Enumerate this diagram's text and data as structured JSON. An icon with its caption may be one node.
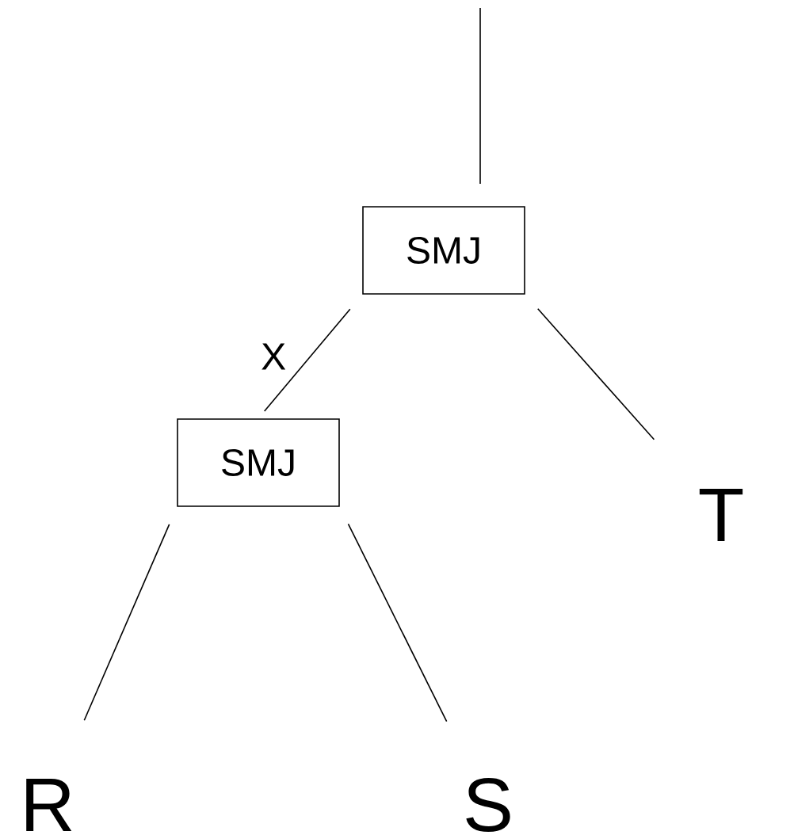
{
  "diagram": {
    "nodes": [
      {
        "text": [
          "SMJ"
        ]
      },
      {
        "text": [
          "SMJ"
        ]
      },
      {
        "text": [
          "T"
        ]
      },
      {
        "text": [
          "R"
        ]
      },
      {
        "text": [
          "S"
        ]
      }
    ],
    "edges": [
      {
        "from": null,
        "to": 0,
        "arrow": "none"
      },
      {
        "from": 0,
        "to": 1,
        "arrow": "none",
        "label": "X"
      },
      {
        "from": 0,
        "to": 2,
        "arrow": "none"
      },
      {
        "from": 1,
        "to": 3,
        "arrow": "none"
      },
      {
        "from": 1,
        "to": 4,
        "arrow": "none"
      }
    ]
  }
}
